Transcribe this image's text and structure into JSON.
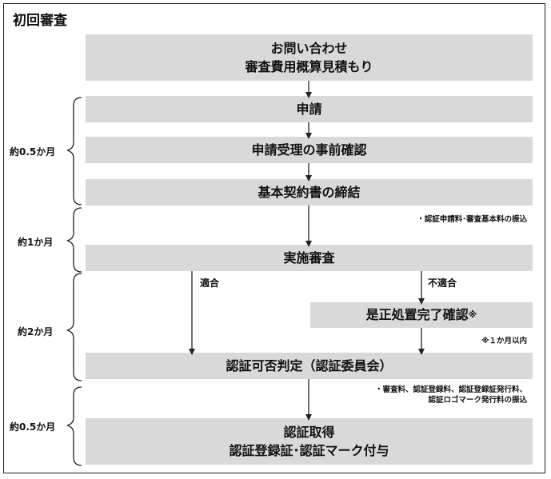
{
  "title": "初回審査",
  "steps": {
    "inquiry_line1": "お問い合わせ",
    "inquiry_line2": "審査費用概算見積もり",
    "application": "申請",
    "pre_check": "申請受理の事前確認",
    "contract": "基本契約書の締結",
    "audit": "実施審査",
    "corrective": "是正処置完了確認",
    "corrective_mark": "※",
    "decision": "認証可否判定（認証委員会）",
    "acquire_line1": "認証取得",
    "acquire_line2": "認証登録証･認証マーク付与"
  },
  "branches": {
    "conform": "適合",
    "nonconform": "不適合"
  },
  "notes": {
    "fee1": "・認証申請料･審査基本料の振込",
    "within_month": "※１か月以内",
    "fee2_line1": "・審査料、認証登録料、認証登録証発行料、",
    "fee2_line2": "認証ロゴマーク発行料の振込"
  },
  "periods": {
    "p1": "約0.5か月",
    "p2": "約1か月",
    "p3": "約2か月",
    "p4": "約0.5か月"
  },
  "colors": {
    "box_fill": "#d9d9d9",
    "line": "#222222"
  }
}
